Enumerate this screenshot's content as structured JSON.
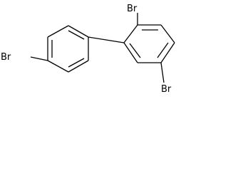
{
  "molecule": {
    "atom_labels": {
      "br_top": "Br",
      "br_left": "Br",
      "br_bottom": "Br"
    },
    "colors": {
      "bond": "#000000",
      "background": "#ffffff"
    }
  }
}
